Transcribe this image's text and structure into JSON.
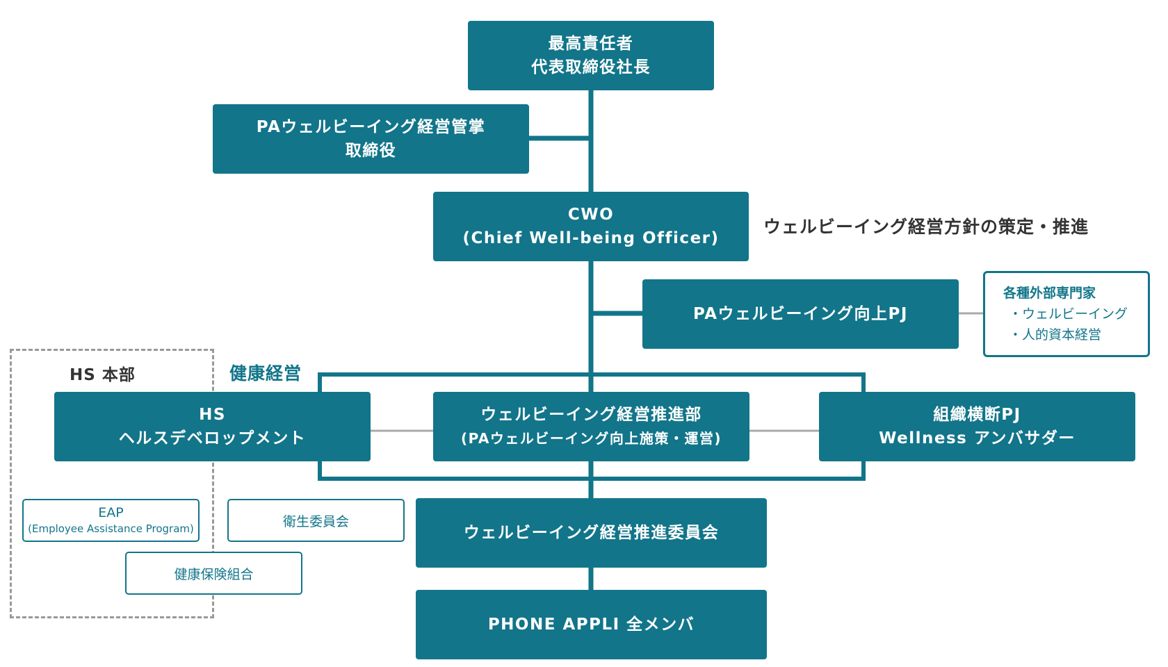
{
  "nodes": {
    "ceo": {
      "line1": "最高責任者",
      "line2": "代表取締役社長"
    },
    "director": {
      "line1": "PAウェルビーイング経営管掌",
      "line2": "取締役"
    },
    "cwo": {
      "line1": "CWO",
      "line2": "(Chief Well-being Officer)"
    },
    "improvement_pj": {
      "line1": "PAウェルビーイング向上PJ"
    },
    "hs": {
      "line1": "HS",
      "line2": "ヘルスデベロップメント"
    },
    "promotion_dept": {
      "line1": "ウェルビーイング経営推進部",
      "line2": "(PAウェルビーイング向上施策・運営)"
    },
    "cross_pj": {
      "line1": "組織横断PJ",
      "line2": "Wellness アンバサダー"
    },
    "committee": {
      "line1": "ウェルビーイング経営推進委員会"
    },
    "all_members": {
      "line1": "PHONE APPLI 全メンバ"
    },
    "eap": {
      "line1": "EAP",
      "line2": "(Employee Assistance Program)"
    },
    "sanitation": {
      "line1": "衛生委員会"
    },
    "health_insurance": {
      "line1": "健康保険組合"
    }
  },
  "experts": {
    "title": "各種外部専門家",
    "items": [
      "・ウェルビーイング",
      "・人的資本経営"
    ]
  },
  "labels": {
    "cwo_note": "ウェルビーイング経営方針の策定・推進",
    "hs_hq": "HS 本部",
    "health_mgmt": "健康経営"
  },
  "colors": {
    "primary": "#12758a",
    "connector_gray": "#aaaaaa",
    "dashed_border": "#999999",
    "label_dark": "#333333"
  }
}
